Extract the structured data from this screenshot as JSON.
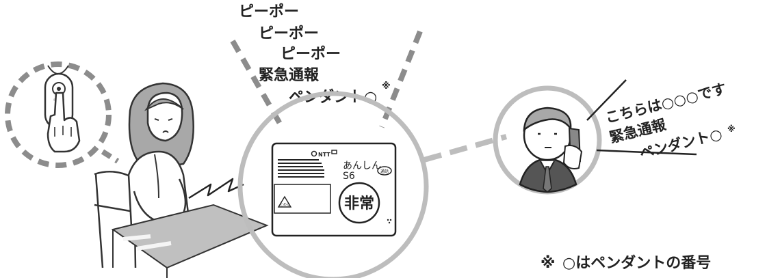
{
  "announcement": {
    "siren_1": "ピーポー",
    "siren_2": "ピーポー",
    "siren_3": "ピーポー",
    "line_1": "緊急通報",
    "line_2": "ペンダント○",
    "mark": "※"
  },
  "device": {
    "maker_logo": "NTT",
    "model_name": "あんしん",
    "model_number": "S6",
    "small_button_label": "通話",
    "emergency_button_label": "非常",
    "stop_button_label": "とめる"
  },
  "operator_speech": {
    "line_1": "こちらは○○○です",
    "line_2": "緊急通報",
    "line_3": "ペンダント○",
    "mark": "※"
  },
  "footnote": {
    "mark": "※",
    "text": "○はペンダントの番号"
  },
  "colors": {
    "line": "#222222",
    "dash": "#888888",
    "circle": "#bdbdbd",
    "hair": "#a8a8a8",
    "suit": "#555555"
  }
}
